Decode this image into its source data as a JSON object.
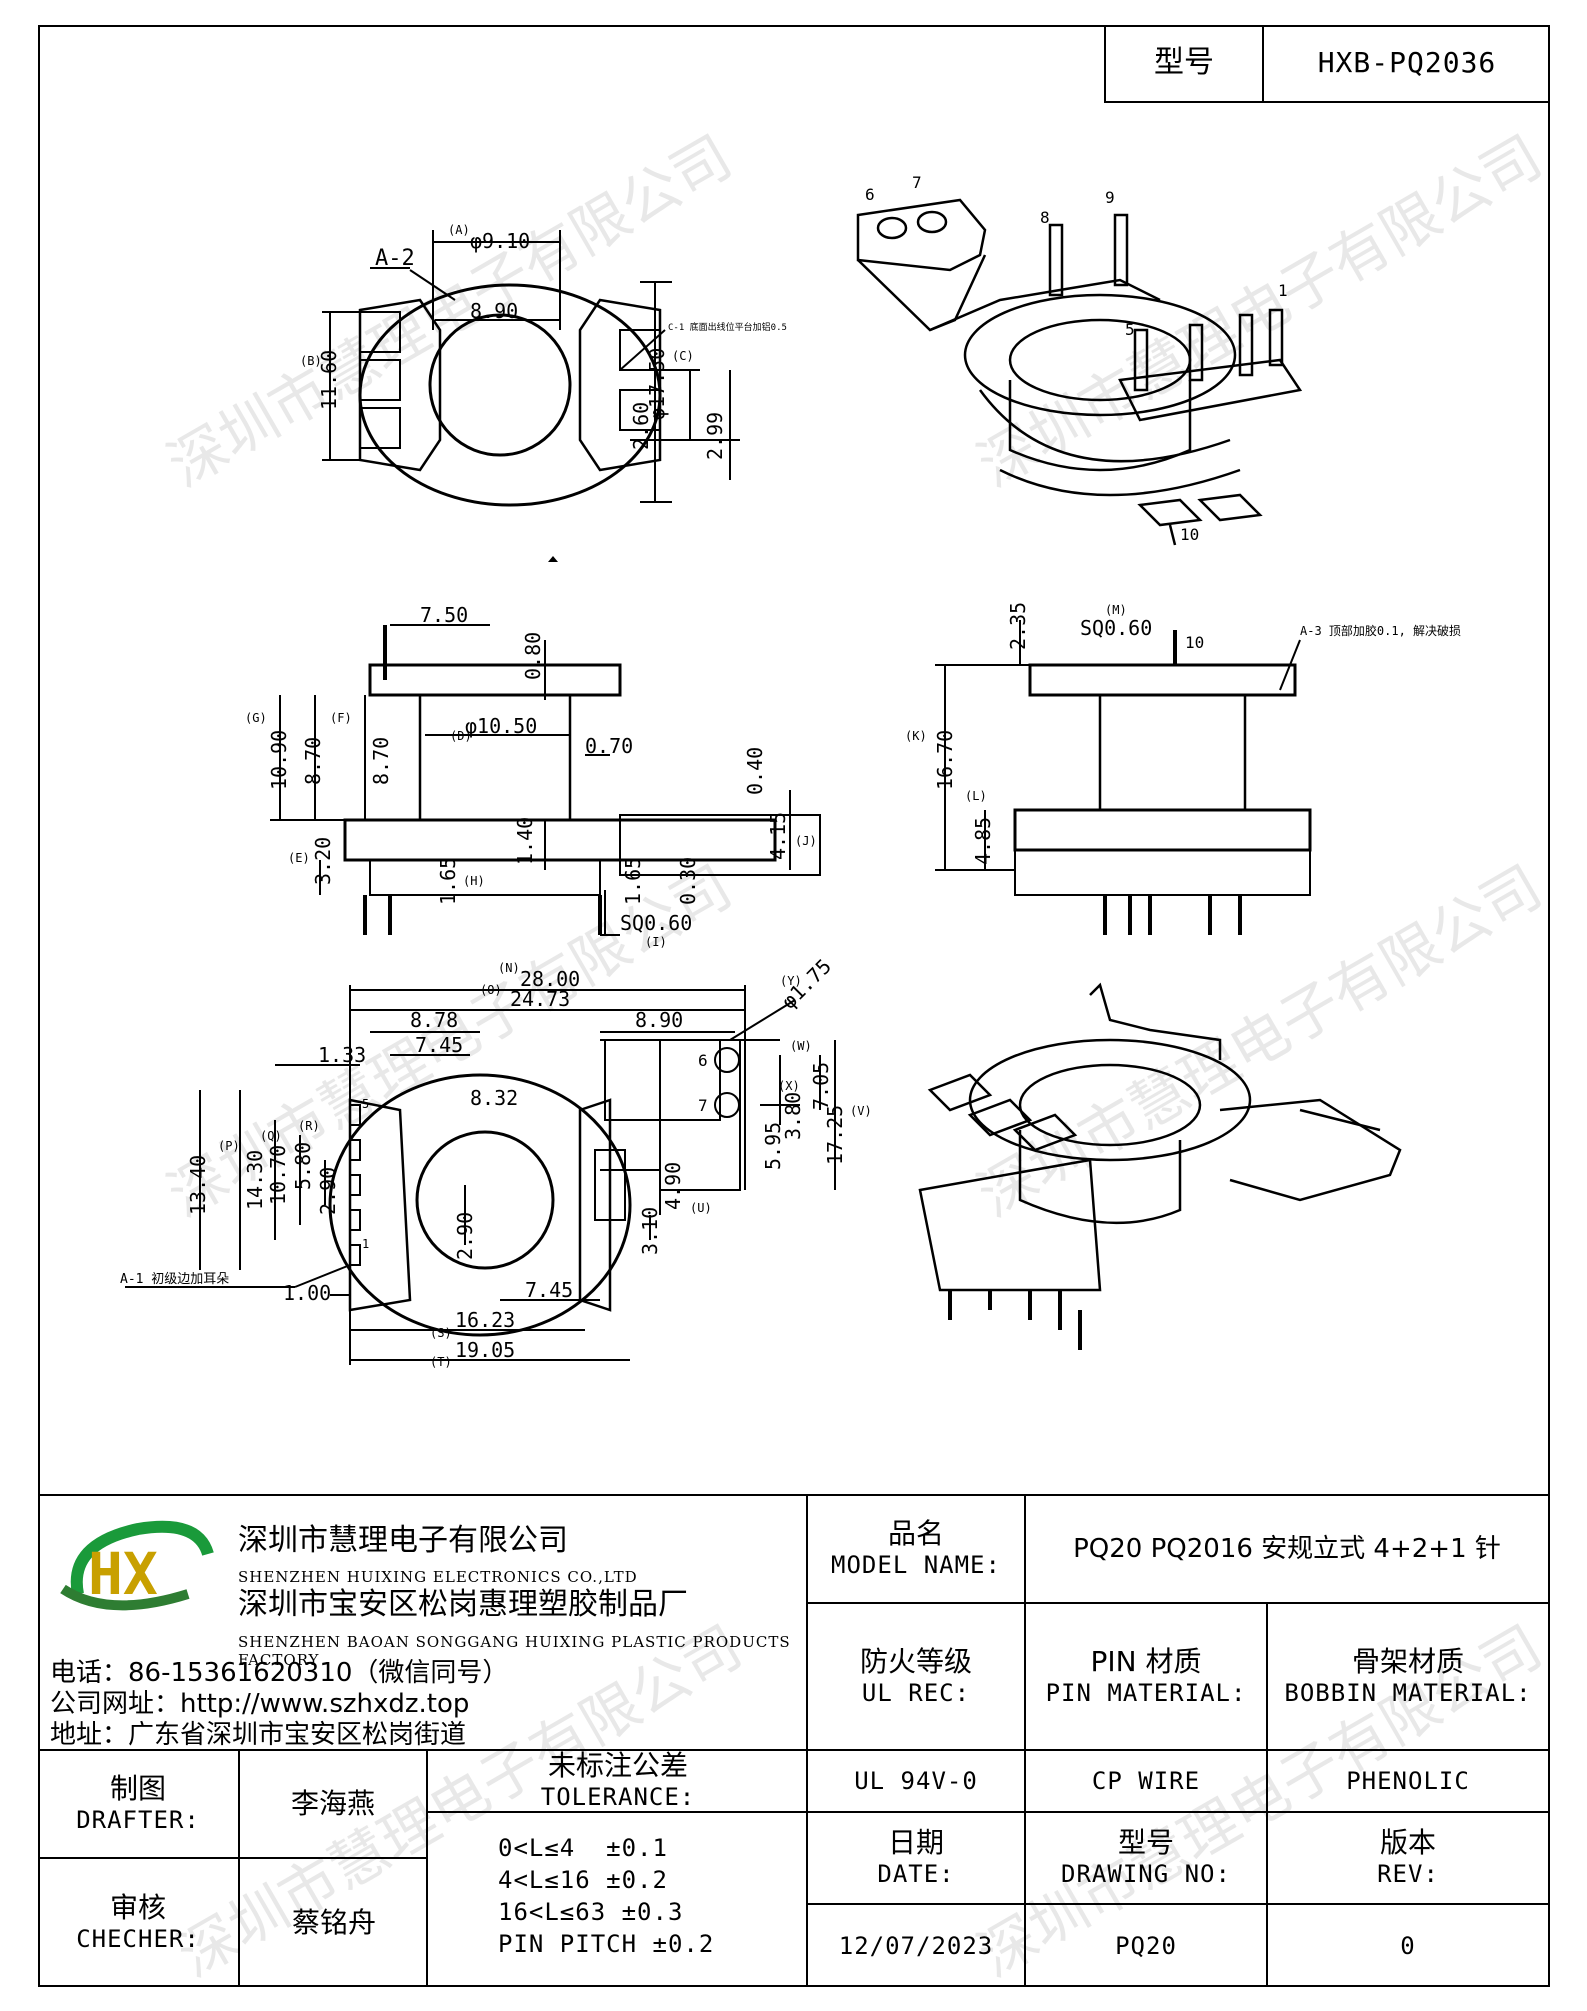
{
  "header": {
    "model_label": "型号",
    "model_value": "HXB-PQ2036"
  },
  "drawing": {
    "top_view": {
      "a2": "A-2",
      "d_a": "(A)",
      "d_a_val": "φ9.10",
      "d_890": "8.90",
      "d_b": "(B)",
      "d_1160": "11.60",
      "note_c": "C-1 底面出线位平台加铝0.5",
      "d_c": "(C)",
      "d_1750": "φ17.50",
      "d_260": "2.60",
      "d_299": "2.99"
    },
    "iso_top": {
      "pins": [
        "6",
        "7",
        "8",
        "9",
        "5",
        "1",
        "10"
      ]
    },
    "front_view": {
      "d_750": "7.50",
      "d_080": "0.80",
      "d_g": "(G)",
      "d_1090": "10.90",
      "d_f": "(F)",
      "d_870a": "8.70",
      "d_870b": "8.70",
      "d_d": "(D)",
      "d_1050": "φ10.50",
      "d_070": "0.70",
      "d_040": "0.40",
      "d_415": "4.15",
      "d_j": "(J)",
      "d_e": "(E)",
      "d_320": "3.20",
      "d_140": "1.40",
      "d_165a": "1.65",
      "d_h": "(H)",
      "d_165b": "1.65",
      "d_030": "0.30",
      "d_sq": "SQ0.60",
      "d_i": "(I)"
    },
    "side_view": {
      "d_235": "2.35",
      "d_m": "(M)",
      "d_sq": "SQ0.60",
      "pin10": "10",
      "note_a3": "A-3 顶部加胶0.1, 解决破损",
      "d_k": "(K)",
      "d_1670": "16.70",
      "d_l": "(L)",
      "d_485": "4.85"
    },
    "bottom_view": {
      "d_n": "(N)",
      "d_2800": "28.00",
      "d_o": "(O)",
      "d_2473": "24.73",
      "d_878": "8.78",
      "d_745a": "7.45",
      "d_890": "8.90",
      "d_y": "(Y)",
      "d_175": "φ1.75",
      "d_133": "1.33",
      "d_832": "8.32",
      "pin6": "6",
      "pin7": "7",
      "d_w": "(W)",
      "d_705": "7.05",
      "d_x": "(X)",
      "d_380": "3.80",
      "d_v": "(V)",
      "d_1725": "17.25",
      "d_595": "5.95",
      "d_p": "(P)",
      "d_1340": "13.40",
      "d_q": "(Q)",
      "d_1430": "14.30",
      "d_r": "(R)",
      "d_1070": "10.70",
      "d_580": "5.80",
      "d_290a": "2.90",
      "pin5": "5",
      "pin1": "1",
      "d_290b": "2.90",
      "d_490": "4.90",
      "d_u": "(U)",
      "d_310": "3.10",
      "note_a1": "A-1 初级边加耳朵",
      "d_100": "1.00",
      "d_745b": "7.45",
      "d_s": "(S)",
      "d_1623": "16.23",
      "d_t": "(T)",
      "d_1905": "19.05"
    }
  },
  "watermark": "深圳市慧理电子有限公司",
  "company": {
    "logo_text": "HX",
    "name_cn": "深圳市慧理电子有限公司",
    "name_en": "SHENZHEN HUIXING ELECTRONICS CO.,LTD",
    "factory_cn": "深圳市宝安区松岗惠理塑胶制品厂",
    "factory_en": "SHENZHEN BAOAN SONGGANG HUIXING PLASTIC PRODUCTS FACTORY",
    "phone": "电话：86-15361620310（微信同号）",
    "website": "公司网址：http://www.szhxdz.top",
    "address": "地址：广东省深圳市宝安区松岗街道"
  },
  "title_block": {
    "model_name_cn": "品名",
    "model_name_en": "MODEL NAME:",
    "model_name_value": "PQ20 PQ2016 安规立式 4+2+1 针",
    "ul_cn": "防火等级",
    "ul_en": "UL REC:",
    "pin_cn": "PIN 材质",
    "pin_en": "PIN MATERIAL:",
    "bobbin_cn": "骨架材质",
    "bobbin_en": "BOBBIN MATERIAL:",
    "drafter_cn": "制图",
    "drafter_en": "DRAFTER:",
    "drafter_name": "李海燕",
    "tolerance_cn": "未标注公差",
    "tolerance_en": "TOLERANCE:",
    "ul_value": "UL 94V-0",
    "pin_value": "CP WIRE",
    "bobbin_value": "PHENOLIC",
    "checker_cn": "审核",
    "checker_en": "CHECHER:",
    "checker_name": "蔡铭舟",
    "tol_lines": [
      "0<L≤4  ±0.1",
      "4<L≤16 ±0.2",
      "16<L≤63 ±0.3",
      "PIN PITCH ±0.2"
    ],
    "date_cn": "日期",
    "date_en": "DATE:",
    "drawing_no_cn": "型号",
    "drawing_no_en": "DRAWING NO:",
    "rev_cn": "版本",
    "rev_en": "REV:",
    "date_value": "12/07/2023",
    "drawing_no_value": "PQ20",
    "rev_value": "0"
  }
}
